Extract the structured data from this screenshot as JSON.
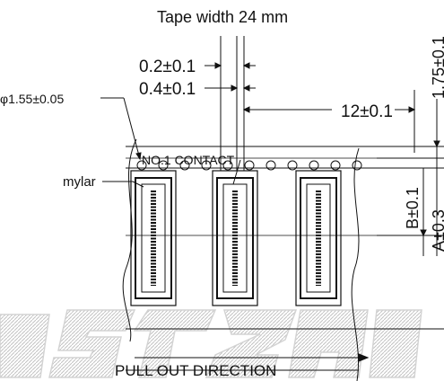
{
  "title": "Tape width 24 mm",
  "dims": {
    "pitch_a": "0.2±0.1",
    "pitch_b": "0.4±0.1",
    "hole_dia": "φ1.55±0.05",
    "pitch_c": "12±0.1",
    "edge": "1.75±0.1",
    "dim_b": "B±0.1",
    "dim_a": "A±0.3"
  },
  "labels": {
    "contact": "NO.1 CONTACT",
    "mylar": "mylar",
    "direction": "PULL OUT DIRECTION"
  },
  "colors": {
    "line": "#111111",
    "watermark": "#d6d6d6"
  }
}
